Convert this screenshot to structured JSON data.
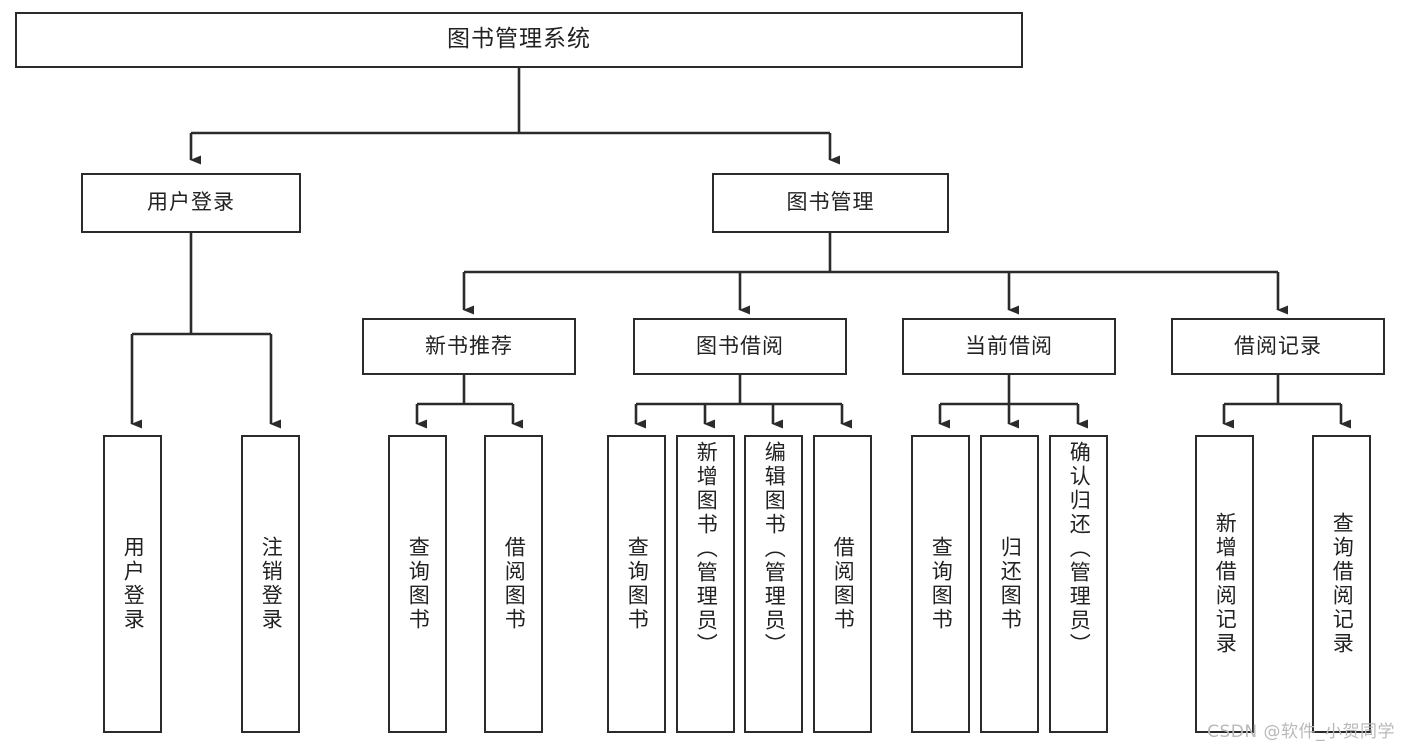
{
  "diagram": {
    "title": "图书管理系统",
    "type": "hierarchy-tree",
    "watermark": "CSDN @软件_小贺同学",
    "colors": {
      "stroke": "#2b2b2b",
      "fill": "#ffffff",
      "text": "#222222",
      "watermark": "#b9b9b9"
    },
    "levels": [
      {
        "level": 1,
        "nodes": [
          {
            "id": "root",
            "label": "图书管理系统",
            "orientation": "horizontal"
          }
        ]
      },
      {
        "level": 2,
        "nodes": [
          {
            "id": "user-login",
            "label": "用户登录",
            "orientation": "horizontal",
            "parent": "root"
          },
          {
            "id": "book-manage",
            "label": "图书管理",
            "orientation": "horizontal",
            "parent": "root"
          }
        ]
      },
      {
        "level": 3,
        "nodes": [
          {
            "id": "new-book-rec",
            "label": "新书推荐",
            "orientation": "horizontal",
            "parent": "book-manage"
          },
          {
            "id": "book-borrow",
            "label": "图书借阅",
            "orientation": "horizontal",
            "parent": "book-manage"
          },
          {
            "id": "current-borrow",
            "label": "当前借阅",
            "orientation": "horizontal",
            "parent": "book-manage"
          },
          {
            "id": "borrow-record",
            "label": "借阅记录",
            "orientation": "horizontal",
            "parent": "book-manage"
          }
        ]
      },
      {
        "level": 4,
        "nodes": [
          {
            "id": "leaf-user-login",
            "label": "用户登录",
            "orientation": "vertical",
            "parent": "user-login"
          },
          {
            "id": "leaf-user-logout",
            "label": "注销登录",
            "orientation": "vertical",
            "parent": "user-login"
          },
          {
            "id": "leaf-rec-query",
            "label": "查询图书",
            "orientation": "vertical",
            "parent": "new-book-rec"
          },
          {
            "id": "leaf-rec-borrow",
            "label": "借阅图书",
            "orientation": "vertical",
            "parent": "new-book-rec"
          },
          {
            "id": "leaf-borrow-query",
            "label": "查询图书",
            "orientation": "vertical",
            "parent": "book-borrow"
          },
          {
            "id": "leaf-borrow-add",
            "label": "新增图书（管理员）",
            "orientation": "vertical",
            "parent": "book-borrow"
          },
          {
            "id": "leaf-borrow-edit",
            "label": "编辑图书（管理员）",
            "orientation": "vertical",
            "parent": "book-borrow"
          },
          {
            "id": "leaf-borrow-take",
            "label": "借阅图书",
            "orientation": "vertical",
            "parent": "book-borrow"
          },
          {
            "id": "leaf-cur-query",
            "label": "查询图书",
            "orientation": "vertical",
            "parent": "current-borrow"
          },
          {
            "id": "leaf-cur-return",
            "label": "归还图书",
            "orientation": "vertical",
            "parent": "current-borrow"
          },
          {
            "id": "leaf-cur-confirm",
            "label": "确认归还（管理员）",
            "orientation": "vertical",
            "parent": "current-borrow"
          },
          {
            "id": "leaf-rec-add",
            "label": "新增借阅记录",
            "orientation": "vertical",
            "parent": "borrow-record"
          },
          {
            "id": "leaf-rec-search",
            "label": "查询借阅记录",
            "orientation": "vertical",
            "parent": "borrow-record"
          }
        ]
      }
    ]
  }
}
